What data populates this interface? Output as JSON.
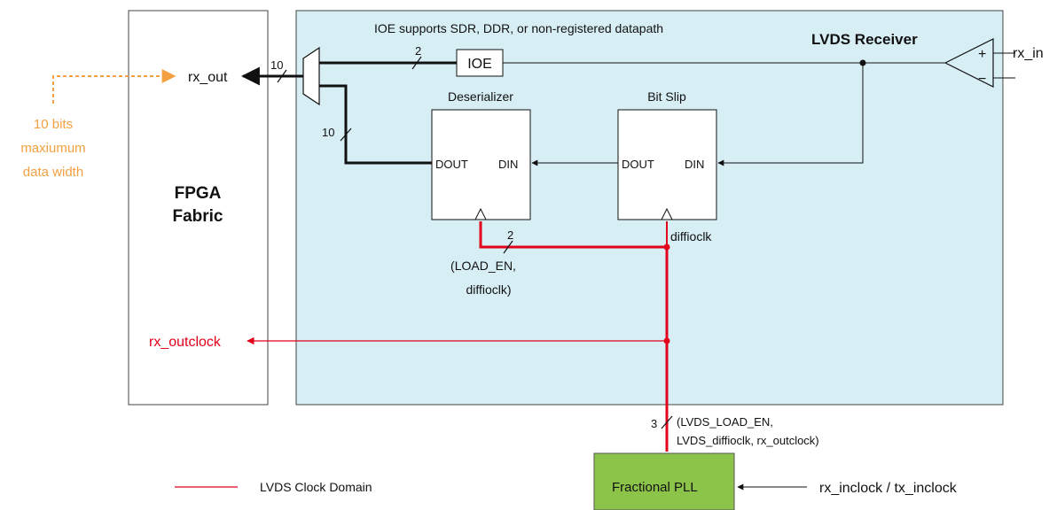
{
  "colors": {
    "receiver_fill": "#d7eef5",
    "pll_fill": "#8cc449",
    "clock": "#e2001a",
    "annotation": "#f2a041",
    "data_path": "#111111"
  },
  "fpga": {
    "line1": "FPGA",
    "line2": "Fabric"
  },
  "receiver": {
    "title": "LVDS Receiver",
    "ioe_note": "IOE supports SDR, DDR, or non-registered datapath"
  },
  "ioe": {
    "label": "IOE"
  },
  "deserializer": {
    "title": "Deserializer",
    "dout": "DOUT",
    "din": "DIN"
  },
  "bitslip": {
    "title": "Bit Slip",
    "dout": "DOUT",
    "din": "DIN"
  },
  "buffer": {
    "plus": "+",
    "minus": "−"
  },
  "signals": {
    "rx_out": "rx_out",
    "rx_in": "rx_in",
    "rx_outclock": "rx_outclock",
    "diffioclk": "diffioclk",
    "load_en_line1": "(LOAD_EN,",
    "load_en_line2": "diffioclk)",
    "pll_bus_line1": "(LVDS_LOAD_EN,",
    "pll_bus_line2": "LVDS_diffioclk, rx_outclock)",
    "rx_inclock": "rx_inclock / tx_inclock"
  },
  "bus_widths": {
    "rx_out": "10",
    "ioe_path": "2",
    "deser_path": "10",
    "load_en": "2",
    "pll_bus": "3"
  },
  "annotation": {
    "line1": "10 bits",
    "line2": "maxiumum",
    "line3": "data width"
  },
  "pll": {
    "label": "Fractional PLL"
  },
  "legend": {
    "label": "LVDS Clock Domain"
  }
}
